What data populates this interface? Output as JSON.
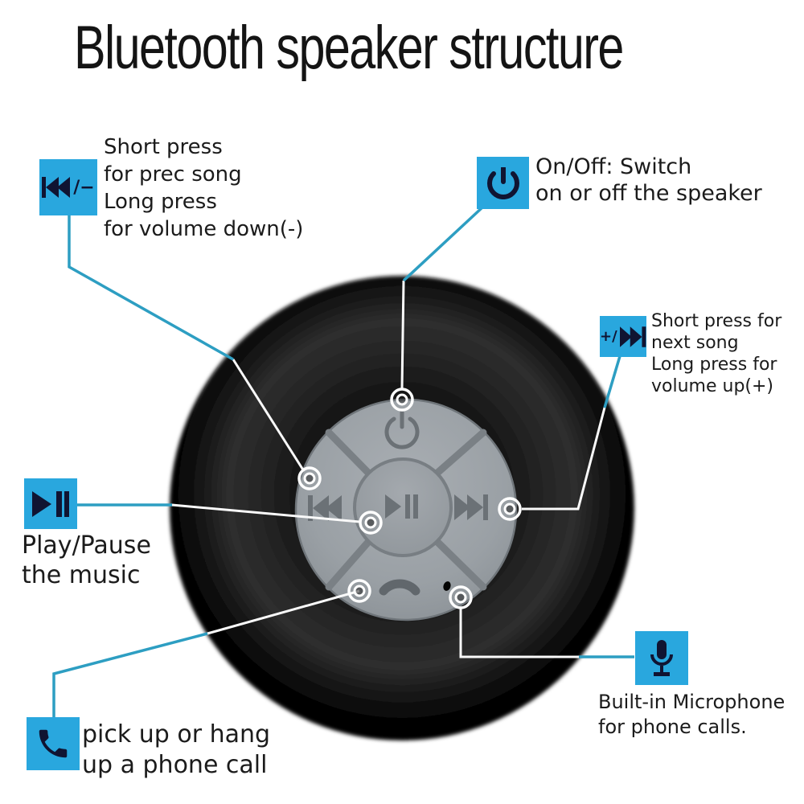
{
  "title": "Bluetooth speaker structure",
  "colors": {
    "annotation_box": "#29a7de",
    "connector_blue": "#2d9ec2",
    "connector_white": "#fafafa",
    "text": "#1b1b1b"
  },
  "annotations": {
    "prev": {
      "icon": "previous-track-icon",
      "icon_suffix": "/−",
      "lines": [
        "Short press",
        "for prec song",
        "Long press",
        "for volume down(-)"
      ]
    },
    "power": {
      "icon": "power-icon",
      "lines": [
        "On/Off: Switch",
        "on or off the speaker"
      ]
    },
    "next": {
      "icon": "next-track-icon",
      "icon_prefix": "+/",
      "lines": [
        "Short press for",
        "next song",
        "Long press for",
        "volume up(+)"
      ]
    },
    "play": {
      "icon": "play-pause-icon",
      "lines": [
        "Play/Pause",
        "the music"
      ]
    },
    "phone": {
      "icon": "phone-call-icon",
      "lines": [
        "pick up or hang",
        "up a phone call"
      ]
    },
    "mic": {
      "icon": "microphone-icon",
      "lines": [
        "Built-in Microphone",
        "for phone calls."
      ]
    }
  }
}
